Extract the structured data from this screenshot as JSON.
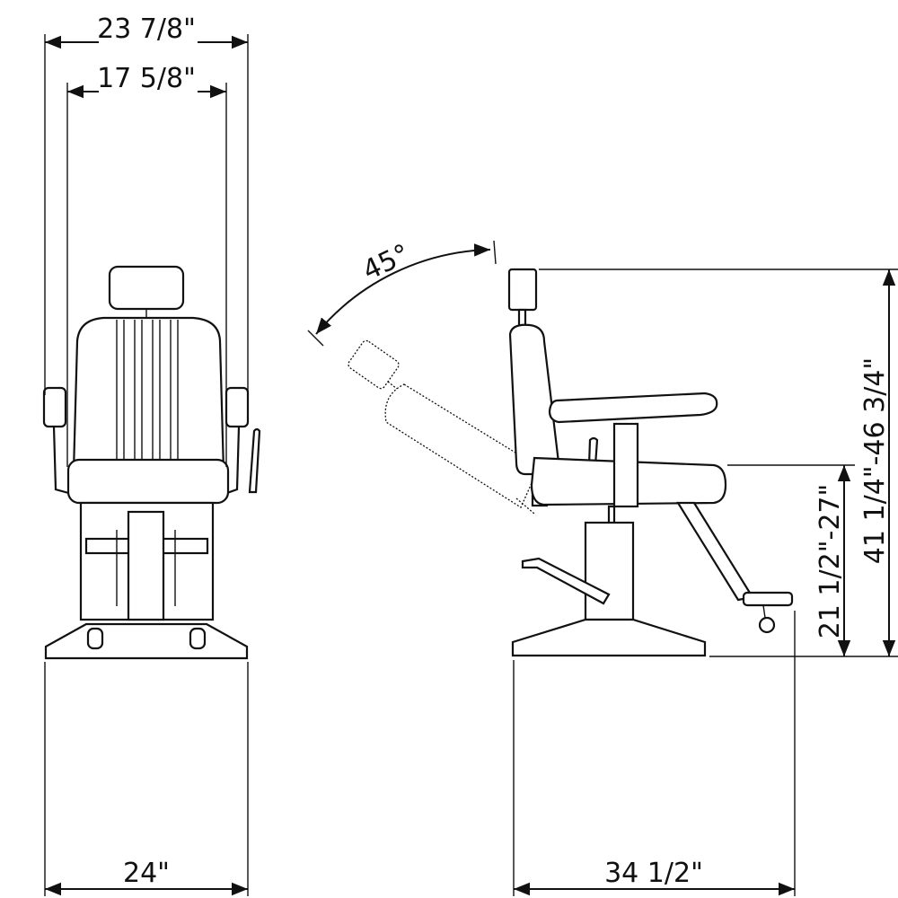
{
  "title": "Barber chair dimensions",
  "views": [
    "front-view",
    "side-view"
  ],
  "dimensions": {
    "overall_width": "23 7/8\"",
    "seat_width": "17 5/8\"",
    "base_width": "24\"",
    "overall_depth": "34 1/2\"",
    "overall_height": "41 1/4\"-46 3/4\"",
    "seat_height": "21 1/2\"-27\"",
    "recline_angle": "45°"
  },
  "colors": {
    "line": "#111111",
    "background": "#ffffff"
  }
}
